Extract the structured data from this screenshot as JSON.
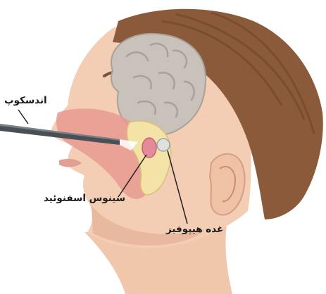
{
  "labels": {
    "endoscope": "اندسکوپ",
    "sphenoid_sinus": "سینوس اسفنوئید",
    "pituitary_gland": "غده هیپوفیز"
  },
  "colors": {
    "skin": "#f3cdb4",
    "skin_shadow": "#d9a489",
    "hair": "#8a5a3a",
    "hair_dark": "#6e4429",
    "brain": "#c9c2ba",
    "nasal_cavity": "#e79a92",
    "bone": "#f4e3a6",
    "gland": "#dfe0e0",
    "endoscope": "#4a4f55",
    "leader_line": "#222222"
  },
  "icons": [
    "endoscope-instrument",
    "brain",
    "nasal-cavity",
    "sphenoid-sinus",
    "pituitary-gland"
  ]
}
